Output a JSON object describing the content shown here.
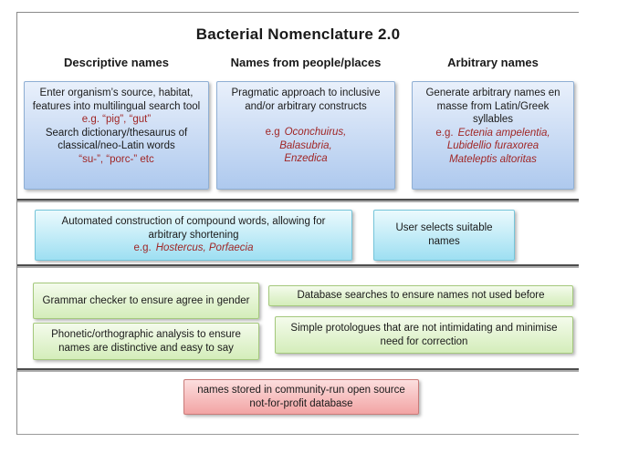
{
  "title": "Bacterial Nomenclature 2.0",
  "palette": {
    "blue_box_top": "#e9f0fb",
    "blue_box_bottom": "#aec9ee",
    "blue_border": "#8fafd4",
    "cyan_box_top": "#ebfafd",
    "cyan_box_bottom": "#9edff2",
    "cyan_border": "#76c5da",
    "green_box_top": "#f4fbec",
    "green_box_bottom": "#d4edba",
    "green_border": "#a5c97d",
    "pink_box_top": "#fcdede",
    "pink_box_bottom": "#f2a4a4",
    "pink_border": "#ca7b79",
    "red_text": "#a02626"
  },
  "columns": [
    {
      "header": "Descriptive names",
      "lines": [
        {
          "text": "Enter organism’s source, habitat, features into multilingual search tool"
        },
        {
          "text": "e.g. “pig”, “gut”"
        },
        {
          "text": "Search dictionary/thesaurus of classical/neo-Latin words"
        },
        {
          "text": "“su-”, “porc-” etc"
        }
      ]
    },
    {
      "header": "Names from people/places",
      "lines": [
        {
          "text": "Pragmatic approach to inclusive and/or arbitrary constructs"
        },
        {
          "prefix": "e.g",
          "text": "Oconchuirus,"
        },
        {
          "text": "Balasubria,"
        },
        {
          "text": "Enzedica"
        }
      ]
    },
    {
      "header": "Arbitrary names",
      "lines": [
        {
          "text": "Generate arbitrary names en masse from Latin/Greek syllables"
        },
        {
          "prefix": "e.g.",
          "text": "Ectenia ampelentia,"
        },
        {
          "text": "Lubidellio furaxorea"
        },
        {
          "text": "Mateleptis altoritas"
        }
      ]
    }
  ],
  "construction_row": {
    "compound_box": {
      "line1": "Automated construction of compound words, allowing for arbitrary shortening",
      "example_prefix": "e.g.",
      "example_names": "Hostercus, Porfaecia"
    },
    "user_selects_box": "User selects suitable names"
  },
  "quality_row": {
    "grammar": "Grammar checker to ensure agree in gender",
    "database": "Database searches to ensure names not used before",
    "phonetic": "Phonetic/orthographic analysis to ensure names are distinctive and easy to say",
    "protologues": "Simple protologues that are not intimidating and minimise need for correction"
  },
  "storage_row": {
    "database_box": "names stored in community-run open source not-for-profit database"
  }
}
